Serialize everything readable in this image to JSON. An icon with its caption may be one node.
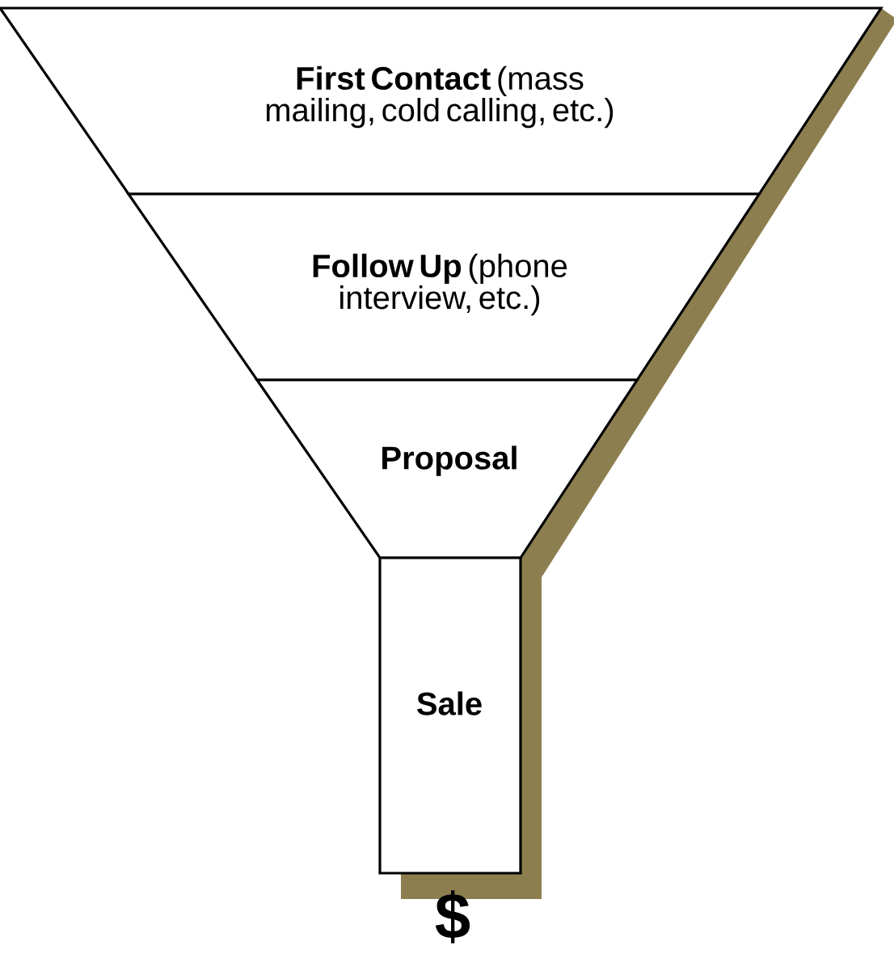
{
  "diagram": {
    "nodes": [
      {
        "text": [
          "**First Contact** (mass mailing, cold calling, etc.)"
        ]
      },
      {
        "text": [
          "**Follow Up** (phone interview, etc.)"
        ]
      },
      {
        "text": [
          "Proposal"
        ]
      },
      {
        "text": [
          "Sale"
        ]
      }
    ],
    "labels": [
      "$"
    ]
  }
}
